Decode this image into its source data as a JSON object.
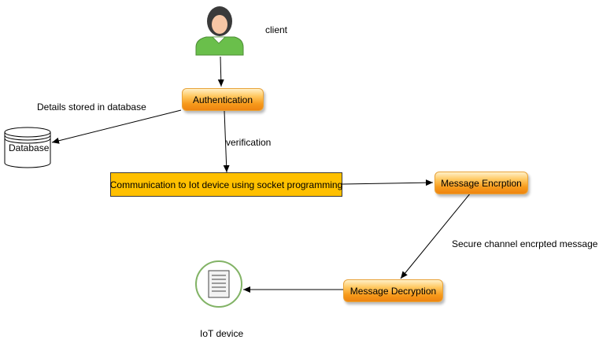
{
  "nodes": {
    "client_label": "client",
    "authentication": "Authentication",
    "database": "Database",
    "communication": "Communication to Iot device using socket programming",
    "message_encryption": "Message Encrption",
    "message_decryption": "Message Decryption",
    "iot_device_label": "IoT device"
  },
  "edges": {
    "details_stored": "Details stored in database",
    "verification": "verification",
    "secure_channel": "Secure channel encrpted message"
  },
  "icons": {
    "client": "user-icon",
    "database": "database-icon",
    "iot_device": "document-icon"
  },
  "colors": {
    "orange_node": "#f79a1b",
    "comm_box": "#ffc000",
    "iot_circle_border": "#82b366",
    "user_body": "#6abf4b"
  }
}
